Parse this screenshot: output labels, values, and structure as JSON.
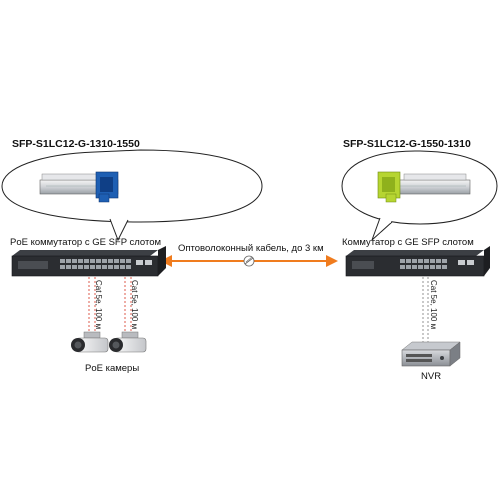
{
  "left": {
    "model": "SFP-S1LC12-G-1310-1550",
    "switch_label": "PoE коммутатор с GE SFP слотом",
    "cable_label_1": "Cat 5e, 100 м",
    "cable_label_2": "Cat 5e, 100 м",
    "cameras_label": "PoE камеры"
  },
  "right": {
    "model": "SFP-S1LC12-G-1550-1310",
    "switch_label": "Коммутатор с GE SFP слотом",
    "cable_label": "Cat 5e, 100 м",
    "nvr_label": "NVR"
  },
  "link": {
    "label": "Оптоволоконный кабель, до  3 км"
  },
  "colors": {
    "fiber": "#f07c1e",
    "cable": "#d94a3a",
    "switch_body": "#2b2d31",
    "sfp_blue": "#1e5fb3",
    "sfp_green": "#b6d531"
  }
}
